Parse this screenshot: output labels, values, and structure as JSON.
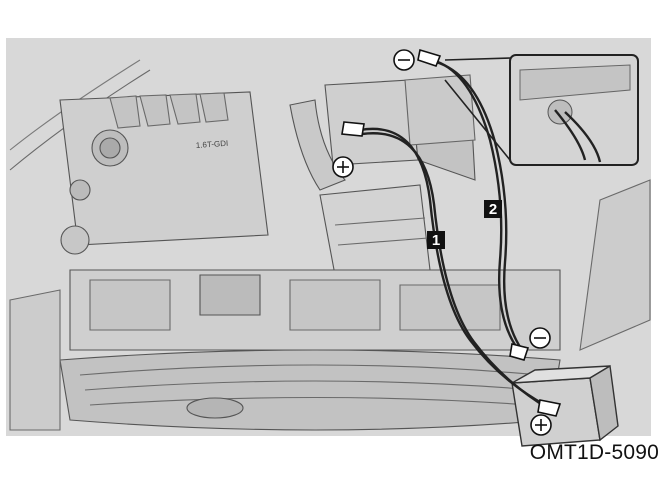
{
  "figure": {
    "code": "OMT1D-5090",
    "callouts": [
      {
        "id": "cable-1",
        "label": "1"
      },
      {
        "id": "cable-2",
        "label": "2"
      }
    ],
    "terminals": [
      {
        "id": "car-negative",
        "symbol": "⊖"
      },
      {
        "id": "car-positive",
        "symbol": "⊕"
      },
      {
        "id": "booster-negative",
        "symbol": "⊖"
      },
      {
        "id": "booster-positive",
        "symbol": "⊕"
      }
    ],
    "engine_cover_text": "1.6T-GDI"
  },
  "colors": {
    "background": "#ffffff",
    "panel": "#d7d7d7",
    "line": "#555555",
    "cable": "#222222",
    "label_box": "#111111",
    "label_text": "#ffffff"
  }
}
